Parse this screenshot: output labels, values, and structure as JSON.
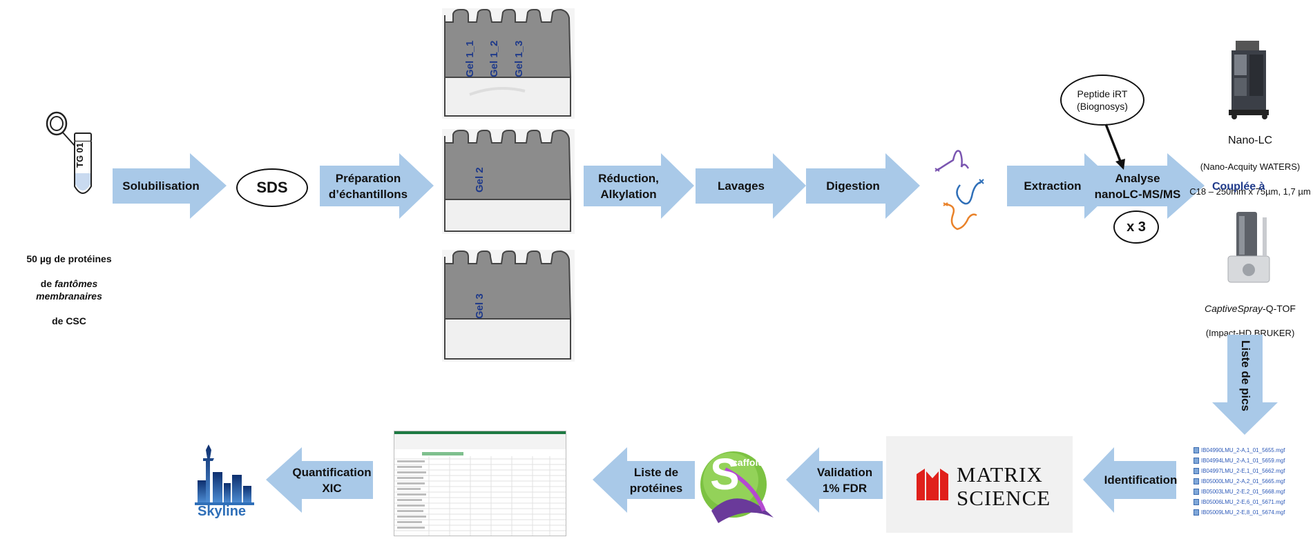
{
  "sample": {
    "tube_label": "TG 01",
    "caption_line1": "50 µg de protéines",
    "caption_line2_prefix": "de ",
    "caption_line2_italic": "fantômes membranaires",
    "caption_line3": "de CSC"
  },
  "steps": {
    "solubilisation": "Solubilisation",
    "sds": "SDS",
    "preparation": "Préparation\nd’échantillons",
    "reduction": "Réduction,\nAlkylation",
    "lavages": "Lavages",
    "digestion": "Digestion",
    "extraction": "Extraction",
    "analyse": "Analyse\nnanoLC-MS/MS",
    "repeat": "x 3",
    "peptide_irt": "Peptide iRT\n(Biognosys)",
    "couplee": "Couplée à",
    "liste_pics": "Liste de pics",
    "identification": "Identification",
    "validation": "Validation\n1% FDR",
    "liste_proteines": "Liste de\nprotéines",
    "quantification": "Quantification\nXIC"
  },
  "gels": {
    "gel1": [
      "Gel 1_1",
      "Gel 1_2",
      "Gel 1_3"
    ],
    "gel2": "Gel 2",
    "gel3": "Gel 3"
  },
  "instruments": {
    "nanolc_title": "Nano-LC",
    "nanolc_sub1": "(Nano-Acquity WATERS)",
    "nanolc_sub2": "C18 – 250mm x 75µm, 1,7 µm",
    "qtof_italic": "CaptiveSpray",
    "qtof_rest": "-Q-TOF",
    "qtof_sub": "(Impact-HD BRUKER)"
  },
  "files": [
    "IB04990LMU_2-A,1_01_5655.mgf",
    "IB04994LMU_2-A,1_01_5659.mgf",
    "IB04997LMU_2-E,1_01_5662.mgf",
    "IB05000LMU_2-A,2_01_5665.mgf",
    "IB05003LMU_2-E,2_01_5668.mgf",
    "IB05006LMU_2-E,6_01_5671.mgf",
    "IB05009LMU_2-E,8_01_5674.mgf"
  ],
  "logos": {
    "matrix_line1": "MATRIX",
    "matrix_line2": "SCIENCE",
    "scaffold": "caffold",
    "scaffold_initial": "S",
    "skyline": "Skyline"
  },
  "colors": {
    "arrow": "#a9c9e8",
    "gel_dark": "#8a8a8a",
    "gel_label": "#1f3a8a",
    "couplee": "#1f3a8a",
    "scaffold_green": "#7cc242",
    "skyline_blue": "#2f6fb8",
    "matrix_red": "#e0201b"
  }
}
